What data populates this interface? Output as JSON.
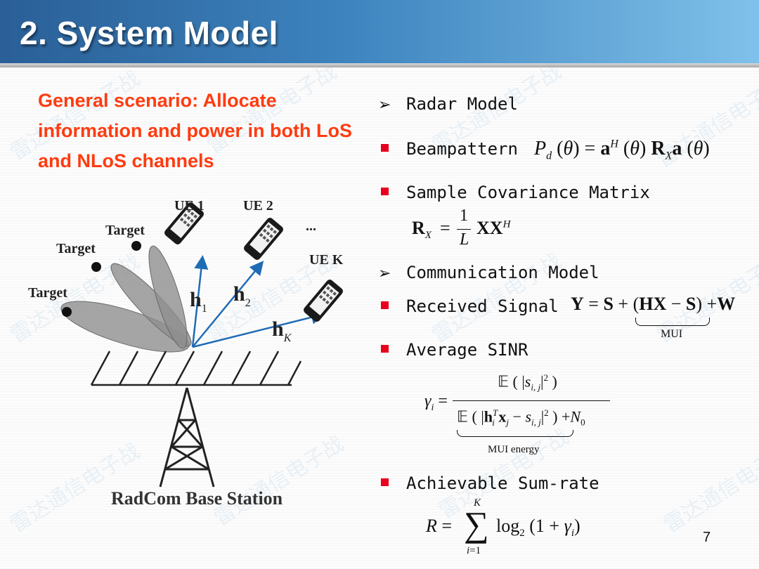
{
  "slide": {
    "title": "2. System Model",
    "page_number": "7",
    "watermark": "雷达通信电子战"
  },
  "scenario": {
    "text": "General scenario: Allocate information and power in both LoS and NLoS channels"
  },
  "figure": {
    "ue1": "UE 1",
    "ue2": "UE 2",
    "ue_ellipsis": "...",
    "ue_k": "UE K",
    "target_top": "Target",
    "target_mid": "Target",
    "target_left": "Target",
    "h1": "h1",
    "h2": "h2",
    "hk": "hK",
    "base_station": "RadCom Base Station"
  },
  "right": {
    "radar_heading": "Radar Model",
    "beampattern_label": "Beampattern",
    "covariance_label": "Sample Covariance Matrix",
    "comm_heading": "Communication Model",
    "received_label": "Received Signal",
    "mui_label": "MUI",
    "sinr_label": "Average SINR",
    "mui_energy_label": "MUI energy",
    "sumrate_label": "Achievable Sum-rate"
  },
  "colors": {
    "title_bar_start": "#2a5f97",
    "title_bar_end": "#7fc1ea",
    "scenario_text": "#ff3b10",
    "bullet": "#e8001c",
    "channel_arrow": "#1f6bb5",
    "beam_fill": "#8a8a8a"
  },
  "icons": {
    "heading_marker": "arrowhead-icon",
    "bullet_marker": "red-square-icon",
    "phone": "smartphone-icon",
    "target": "target-dot-icon",
    "tower": "lattice-tower-icon"
  }
}
